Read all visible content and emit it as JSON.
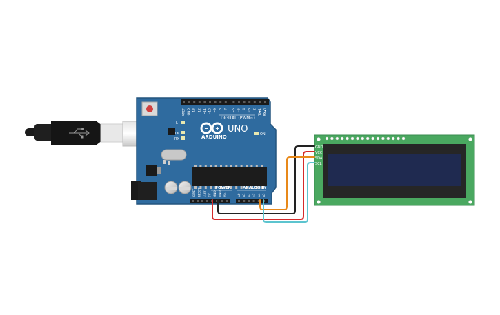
{
  "board": {
    "brand": "ARDUINO",
    "model": "UNO",
    "digital_header_label": "DIGITAL (PWM~)",
    "power_label": "POWER",
    "analog_label": "ANALOG IN",
    "on_label": "ON",
    "led_labels": [
      "L",
      "TX",
      "RX"
    ],
    "digital_pins": [
      "AREF",
      "GND",
      "13",
      "12",
      "~11",
      "~10",
      "~9",
      "8",
      "7",
      "~6",
      "~5",
      "4",
      "~3",
      "2",
      "TX▸1",
      "RX◂0"
    ],
    "power_pins": [
      "IOREF",
      "RESET",
      "3.3V",
      "5V",
      "GND",
      "GND",
      "Vin"
    ],
    "analog_pins": [
      "A0",
      "A1",
      "A2",
      "A3",
      "A4",
      "A5"
    ]
  },
  "lcd": {
    "pins": [
      "GND",
      "VCC",
      "SDA",
      "SCL"
    ]
  },
  "wires": [
    {
      "name": "gnd-wire",
      "color": "#222222"
    },
    {
      "name": "vcc-wire",
      "color": "#d42a2a"
    },
    {
      "name": "sda-wire",
      "color": "#e8891a"
    },
    {
      "name": "scl-wire",
      "color": "#5cc4cf"
    }
  ],
  "colors": {
    "board": "#2f6b9f",
    "board_dark": "#24557f",
    "lcd_pcb": "#4aa860",
    "lcd_screen": "#1f2a50"
  }
}
